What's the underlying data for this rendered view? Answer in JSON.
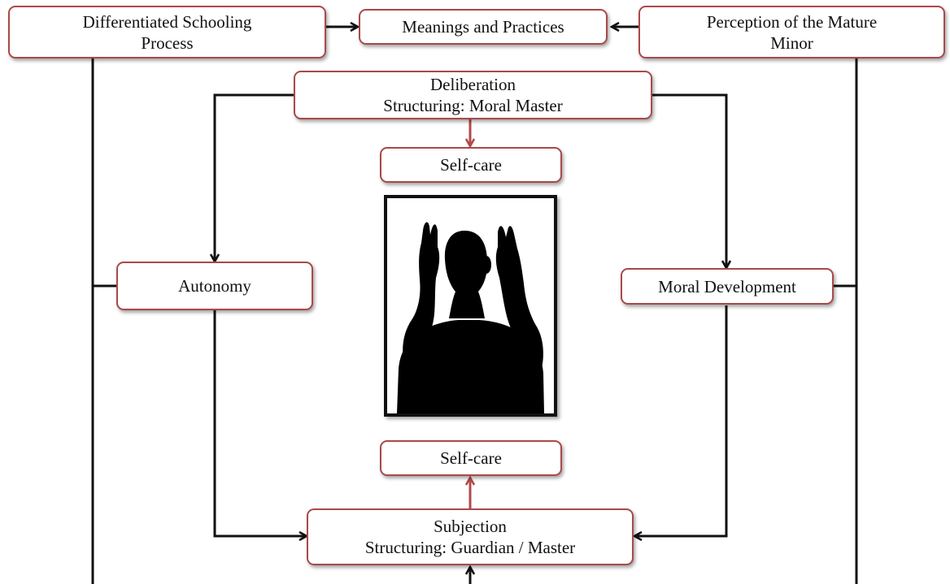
{
  "diagram": {
    "nodes": {
      "differentiated": {
        "line1": "Differentiated  Schooling",
        "line2": "Process"
      },
      "meanings": {
        "label": "Meanings  and  Practices"
      },
      "perception": {
        "line1": "Perception  of the Mature",
        "line2": "Minor"
      },
      "deliberation": {
        "line1": "Deliberation",
        "line2": "Structuring:  Moral Master"
      },
      "selfcare_top": {
        "label": "Self-care"
      },
      "autonomy": {
        "label": "Autonomy"
      },
      "moral_dev": {
        "label": "Moral Development"
      },
      "selfcare_bottom": {
        "label": "Self-care"
      },
      "subjection": {
        "line1": "Subjection",
        "line2": "Structuring:  Guardian  /  Master"
      }
    },
    "edges": [
      {
        "from": "differentiated",
        "to": "meanings"
      },
      {
        "from": "perception",
        "to": "meanings"
      },
      {
        "from": "deliberation",
        "to": "selfcare_top"
      },
      {
        "from": "deliberation",
        "to": "autonomy"
      },
      {
        "from": "deliberation",
        "to": "moral_dev"
      },
      {
        "from": "autonomy",
        "to": "subjection"
      },
      {
        "from": "moral_dev",
        "to": "subjection"
      },
      {
        "from": "subjection",
        "to": "selfcare_bottom"
      },
      {
        "from": "differentiated",
        "to": "autonomy"
      },
      {
        "from": "perception",
        "to": "moral_dev"
      }
    ],
    "colors": {
      "box_border": "#a9494a",
      "connector": "#111111",
      "accent_arrow": "#b3494a",
      "silhouette": "#000000"
    },
    "image": {
      "icon": "person-raising-hands-silhouette"
    }
  }
}
